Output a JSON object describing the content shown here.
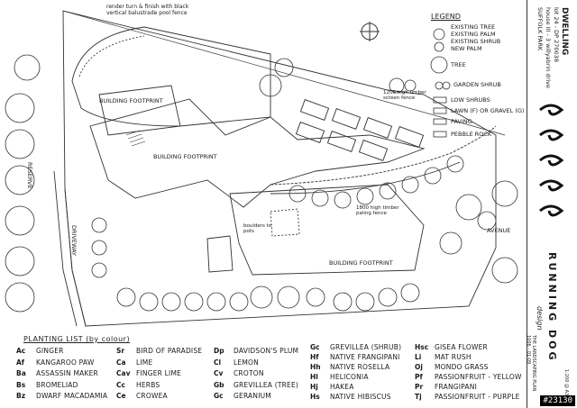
{
  "legend": {
    "title": "LEGEND",
    "items": [
      {
        "label": "EXISTING TREE"
      },
      {
        "label": "EXISTING PALM"
      },
      {
        "label": "EXISTING SHRUB"
      },
      {
        "label": "NEW PALM"
      },
      {
        "label": "TREE"
      },
      {
        "label": "GARDEN SHRUB"
      },
      {
        "label": "LOW SHRUBS"
      },
      {
        "label": "LAWN (F) OR GRAVEL (G)"
      },
      {
        "label": "PAVING"
      },
      {
        "label": "PEBBLE ROCK"
      }
    ]
  },
  "annotations": {
    "pool_fence": "render turn & finish with black vertical balustrade pool fence",
    "building_footprint_1": "BUILDING FOOTPRINT",
    "building_footprint_2": "BUILDING FOOTPRINT",
    "building_footprint_3": "BUILDING FOOTPRINT",
    "screen_fence": "1200 high timber screen fence",
    "fence_1800": "1800 high timber paling fence",
    "boulders": "boulders to pots",
    "avenue": "AVENUE",
    "reserve": "RESERVE",
    "driveway": "DRIVEWAY"
  },
  "plant_list": {
    "title": "PLANTING LIST (by colour)",
    "columns": [
      [
        {
          "code": "Ac",
          "name": "Ginger"
        },
        {
          "code": "Af",
          "name": "Kangaroo Paw"
        },
        {
          "code": "Ba",
          "name": "Assassin Maker"
        },
        {
          "code": "Bs",
          "name": "Bromeliad"
        },
        {
          "code": "Bz",
          "name": "Dwarf Macadamia"
        }
      ],
      [
        {
          "code": "Sr",
          "name": "Bird of Paradise"
        },
        {
          "code": "Ca",
          "name": "Lime"
        },
        {
          "code": "Cav",
          "name": "Finger Lime"
        },
        {
          "code": "Cc",
          "name": "Herbs"
        },
        {
          "code": "Ce",
          "name": "Crowea"
        }
      ],
      [
        {
          "code": "Dp",
          "name": "Davidson's Plum"
        },
        {
          "code": "Cl",
          "name": "Lemon"
        },
        {
          "code": "Cv",
          "name": "Croton"
        },
        {
          "code": "Gb",
          "name": "Grevillea (tree)"
        },
        {
          "code": "Gc",
          "name": "Geranium"
        }
      ],
      [
        {
          "code": "Gc",
          "name": "Grevillea (shrub)"
        },
        {
          "code": "Hf",
          "name": "Native Frangipani"
        },
        {
          "code": "Hh",
          "name": "Native Rosella"
        },
        {
          "code": "Hl",
          "name": "Heliconia"
        },
        {
          "code": "Hj",
          "name": "Hakea"
        },
        {
          "code": "Hs",
          "name": "Native Hibiscus"
        }
      ],
      [
        {
          "code": "Hsc",
          "name": "Gisea Flower"
        },
        {
          "code": "Li",
          "name": "Mat Rush"
        },
        {
          "code": "Oj",
          "name": "Mondo Grass"
        },
        {
          "code": "Pf",
          "name": "Passionfruit - Yellow"
        },
        {
          "code": "Pr",
          "name": "Frangipani"
        },
        {
          "code": "Tj",
          "name": "Passionfruit - Purple"
        }
      ]
    ]
  },
  "title_block": {
    "project": "DWELLING",
    "lot": "lot 24 - DP 270038",
    "address": "house III - 3 willyabrin drive",
    "suburb": "SUFFOLK PARK",
    "company": "RUNNING DOG",
    "company_sub": "design",
    "drawing": "THE LANDSCAPING PLAN",
    "job_no": "1006 - 01-09",
    "scale": "1:200 @ A3"
  },
  "watermark": "#23130"
}
